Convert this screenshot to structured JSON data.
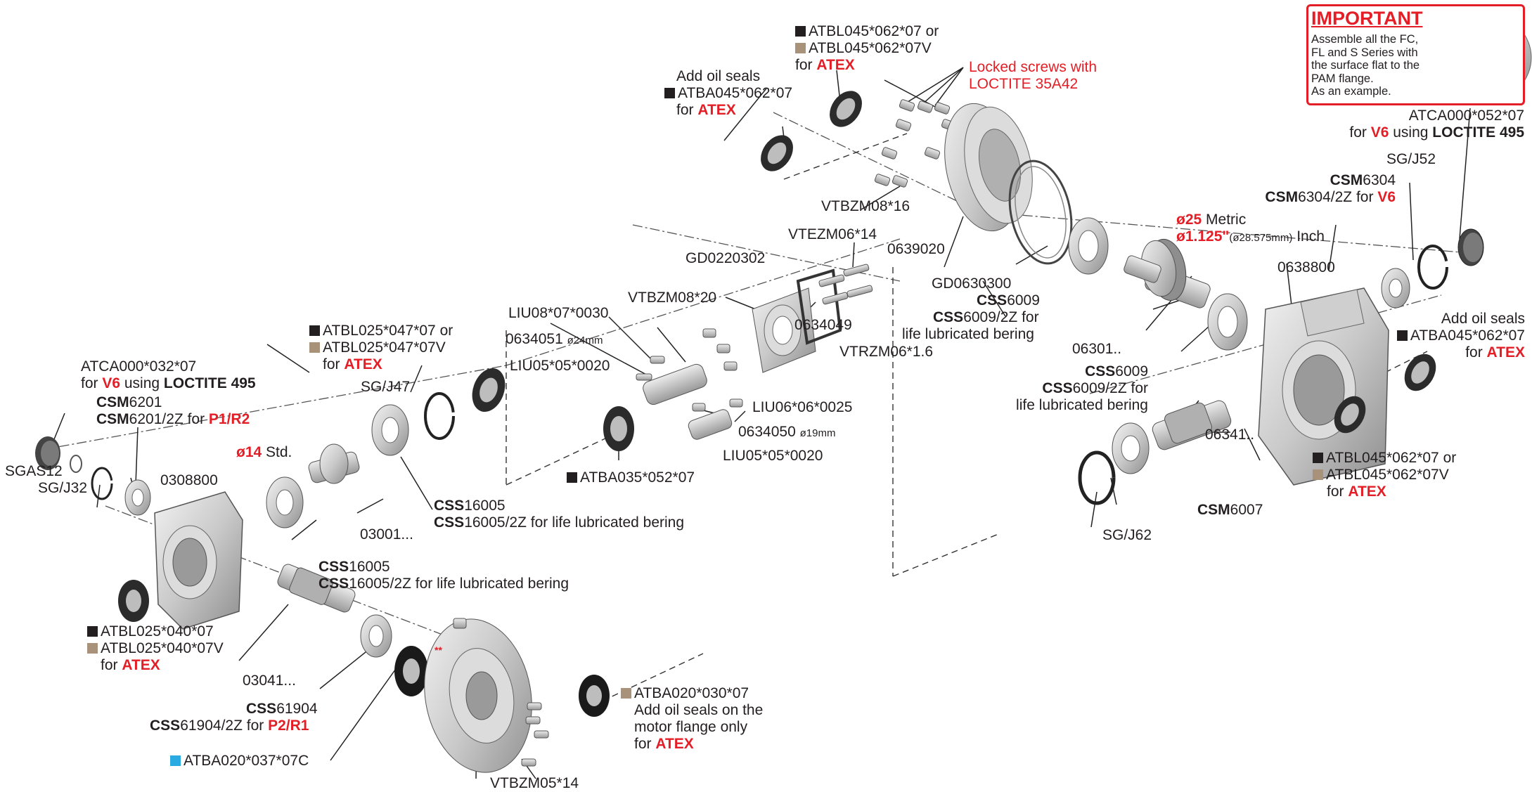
{
  "important": {
    "title": "IMPORTANT",
    "lines": [
      "Assemble all the FC,",
      "FL and S Series with",
      "the surface flat to the",
      "PAM flange.",
      "As an example."
    ]
  },
  "callouts": {
    "atbl045_top": {
      "code1": "ATBL045*062*07 or",
      "code2": "ATBL045*062*07V",
      "for": "for ",
      "atex": "ATEX"
    },
    "oilseal_top": {
      "line1": "Add oil seals",
      "code": "ATBA045*062*07",
      "for": "for ",
      "atex": "ATEX"
    },
    "locked_screws": {
      "line1": "Locked screws with",
      "line2": "LOCTITE 35A42"
    },
    "atca052": {
      "code": "ATCA000*052*07",
      "for": "for ",
      "v6": "V6",
      "using": " using ",
      "loctite": "LOCTITE 495"
    },
    "sgj52": "SG/J52",
    "csm6304": {
      "b1": "CSM",
      "n1": "6304",
      "b2": "CSM",
      "n2": "6304/2Z for ",
      "v6": "V6"
    },
    "vtbzm0816": "VTBZM08*16",
    "vtezm0614": "VTEZM06*14",
    "m0639020": "0639020",
    "gd0220302": "GD0220302",
    "diameter25": {
      "d1": "ø25",
      "m": " Metric",
      "d2": "ø1.125\"",
      "mm": "(ø28.575mm)",
      "inch": " Inch"
    },
    "m0638800": "0638800",
    "gd0630300": "GD0630300",
    "css6009_a": {
      "b1": "CSS",
      "n1": "6009",
      "b2": "CSS",
      "n2": "6009/2Z for",
      "line3": "life lubricated bering"
    },
    "vtbzm0820": "VTBZM08*20",
    "liu08": "LIU08*07*0030",
    "m0634051": {
      "code": "0634051",
      "dia": "ø24mm"
    },
    "liu05_top": "LIU05*05*0020",
    "m0634049": "0634049",
    "vtrzm06": "VTRZM06*1.6",
    "m06301": "06301..",
    "oilseal_right": {
      "line1": "Add oil seals",
      "code": "ATBA045*062*07",
      "for": "for ",
      "atex": "ATEX"
    },
    "css6009_b": {
      "b1": "CSS",
      "n1": "6009",
      "b2": "CSS",
      "n2": "6009/2Z for",
      "line3": "life lubricated bering"
    },
    "atbl025_047": {
      "code1": "ATBL025*047*07 or",
      "code2": "ATBL025*047*07V",
      "for": "for ",
      "atex": "ATEX"
    },
    "atca032": {
      "code": "ATCA000*032*07",
      "for": "for ",
      "v6": "V6",
      "using": " using ",
      "loctite": "LOCTITE 495"
    },
    "csm6201": {
      "b1": "CSM",
      "n1": "6201",
      "b2": "CSM",
      "n2": "6201/2Z for ",
      "p": "P1/R2"
    },
    "sgj47": "SG/J47",
    "liu06": "LIU06*06*0025",
    "m0634050": {
      "code": "0634050",
      "dia": "ø19mm"
    },
    "liu05_bot": "LIU05*05*0020",
    "m06341": "06341..",
    "atba035": "ATBA035*052*07",
    "dia14": {
      "d": "ø14",
      "std": " Std."
    },
    "sgas12": "SGAS12",
    "sgj32": "SG/J32",
    "m0308800": "0308800",
    "css16005_a": {
      "b1": "CSS",
      "n1": "16005",
      "b2": "CSS",
      "n2": "16005/2Z for life lubricated bering"
    },
    "m03001": "03001...",
    "atbl045_right": {
      "code1": "ATBL045*062*07 or",
      "code2": "ATBL045*062*07V",
      "for": "for ",
      "atex": "ATEX"
    },
    "csm6007": {
      "b": "CSM",
      "n": "6007"
    },
    "sgj62": "SG/J62",
    "css16005_b": {
      "b1": "CSS",
      "n1": "16005",
      "b2": "CSS",
      "n2": "16005/2Z for life lubricated bering"
    },
    "atbl025_040": {
      "code1": "ATBL025*040*07",
      "code2": "ATBL025*040*07V",
      "for": "for ",
      "atex": "ATEX"
    },
    "m03041": "03041...",
    "stars": "**",
    "css61904": {
      "b1": "CSS",
      "n1": "61904",
      "b2": "CSS",
      "n2": "61904/2Z for ",
      "p": "P2/R1"
    },
    "atba020_030": {
      "code": "ATBA020*030*07",
      "line2": "Add oil seals on the",
      "line3": "motor flange only",
      "for": "for ",
      "atex": "ATEX"
    },
    "atba020_037": "ATBA020*037*07C",
    "vtbzm0514": "VTBZM05*14"
  },
  "colors": {
    "black_square": "#231f20",
    "tan_square": "#a8927a",
    "blue_square": "#29aae1",
    "red": "#e41e26"
  }
}
